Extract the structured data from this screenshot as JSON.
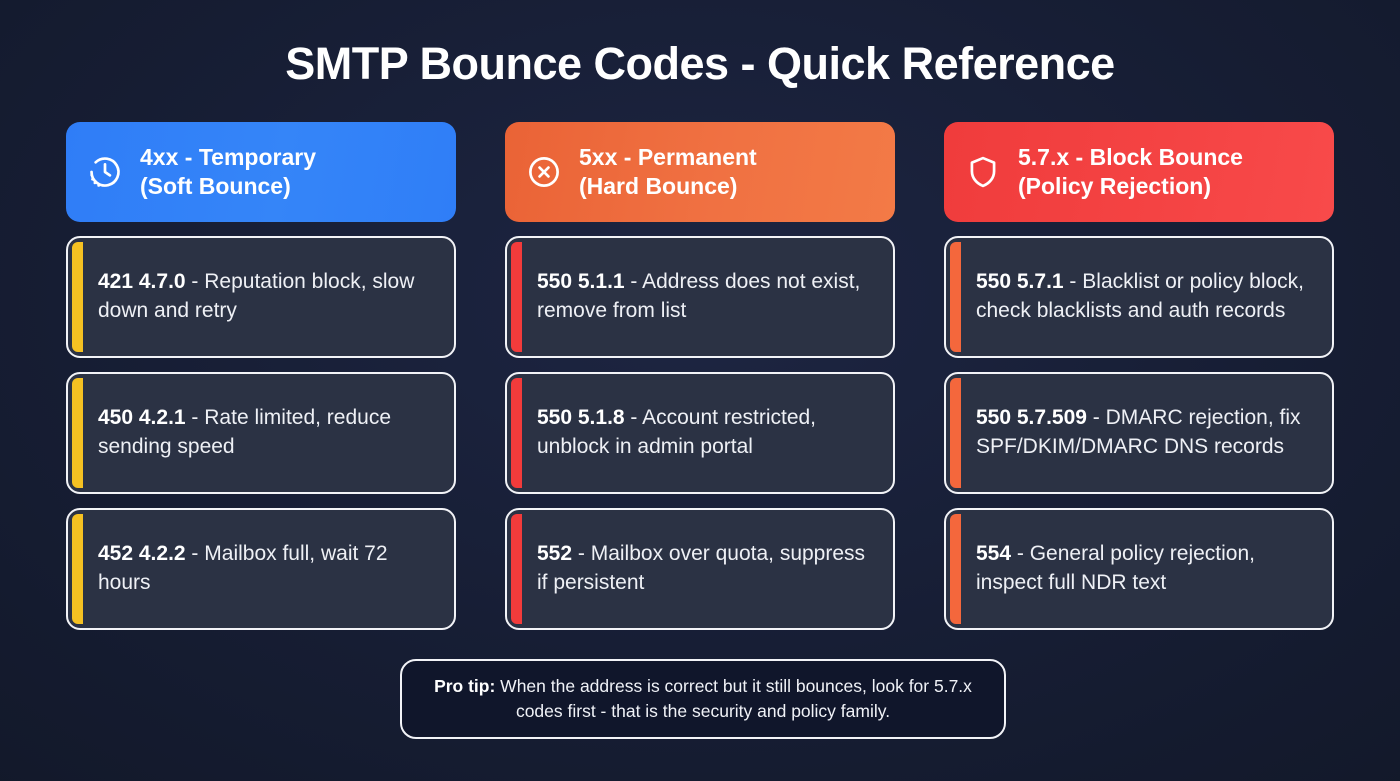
{
  "page": {
    "title": "SMTP Bounce Codes - Quick Reference",
    "background_color": "#161d33",
    "card_background_color": "#2b3244",
    "card_border_color": "#f2f3f7"
  },
  "columns": [
    {
      "id": "temporary",
      "header": {
        "label": "4xx - Temporary\n(Soft Bounce)",
        "icon": "clock-icon",
        "color": "#2f7df7"
      },
      "accent_color": "#f5c122",
      "items": [
        {
          "code": "421 4.7.0",
          "separator": " - ",
          "description": "Reputation block, slow down and retry"
        },
        {
          "code": "450 4.2.1",
          "separator": " - ",
          "description": "Rate limited, reduce sending speed"
        },
        {
          "code": "452 4.2.2",
          "separator": " - ",
          "description": "Mailbox full, wait 72 hours"
        }
      ]
    },
    {
      "id": "permanent",
      "header": {
        "label": "5xx - Permanent\n(Hard Bounce)",
        "icon": "circle-x-icon",
        "color": "#f0713f"
      },
      "accent_color": "#f23b3b",
      "items": [
        {
          "code": "550 5.1.1",
          "separator": " - ",
          "description": "Address does not exist, remove from list"
        },
        {
          "code": "550 5.1.8",
          "separator": " - ",
          "description": "Account restricted, unblock in admin portal"
        },
        {
          "code": "552",
          "separator": " - ",
          "description": "Mailbox over quota, suppress if persistent"
        }
      ]
    },
    {
      "id": "block",
      "header": {
        "label": "5.7.x - Block Bounce\n(Policy Rejection)",
        "icon": "shield-icon",
        "color": "#f44343"
      },
      "accent_color": "#f4673c",
      "items": [
        {
          "code": "550 5.7.1",
          "separator": " - ",
          "description": "Blacklist or policy block, check blacklists and auth records"
        },
        {
          "code": "550 5.7.509",
          "separator": " - ",
          "description": "DMARC rejection, fix SPF/DKIM/DMARC DNS records"
        },
        {
          "code": "554",
          "separator": " - ",
          "description": "General policy rejection, inspect full NDR text"
        }
      ]
    }
  ],
  "protip": {
    "lead": "Pro tip:",
    "body": " When the address is correct but it still bounces, look for 5.7.x codes first - that is the security and policy family."
  }
}
